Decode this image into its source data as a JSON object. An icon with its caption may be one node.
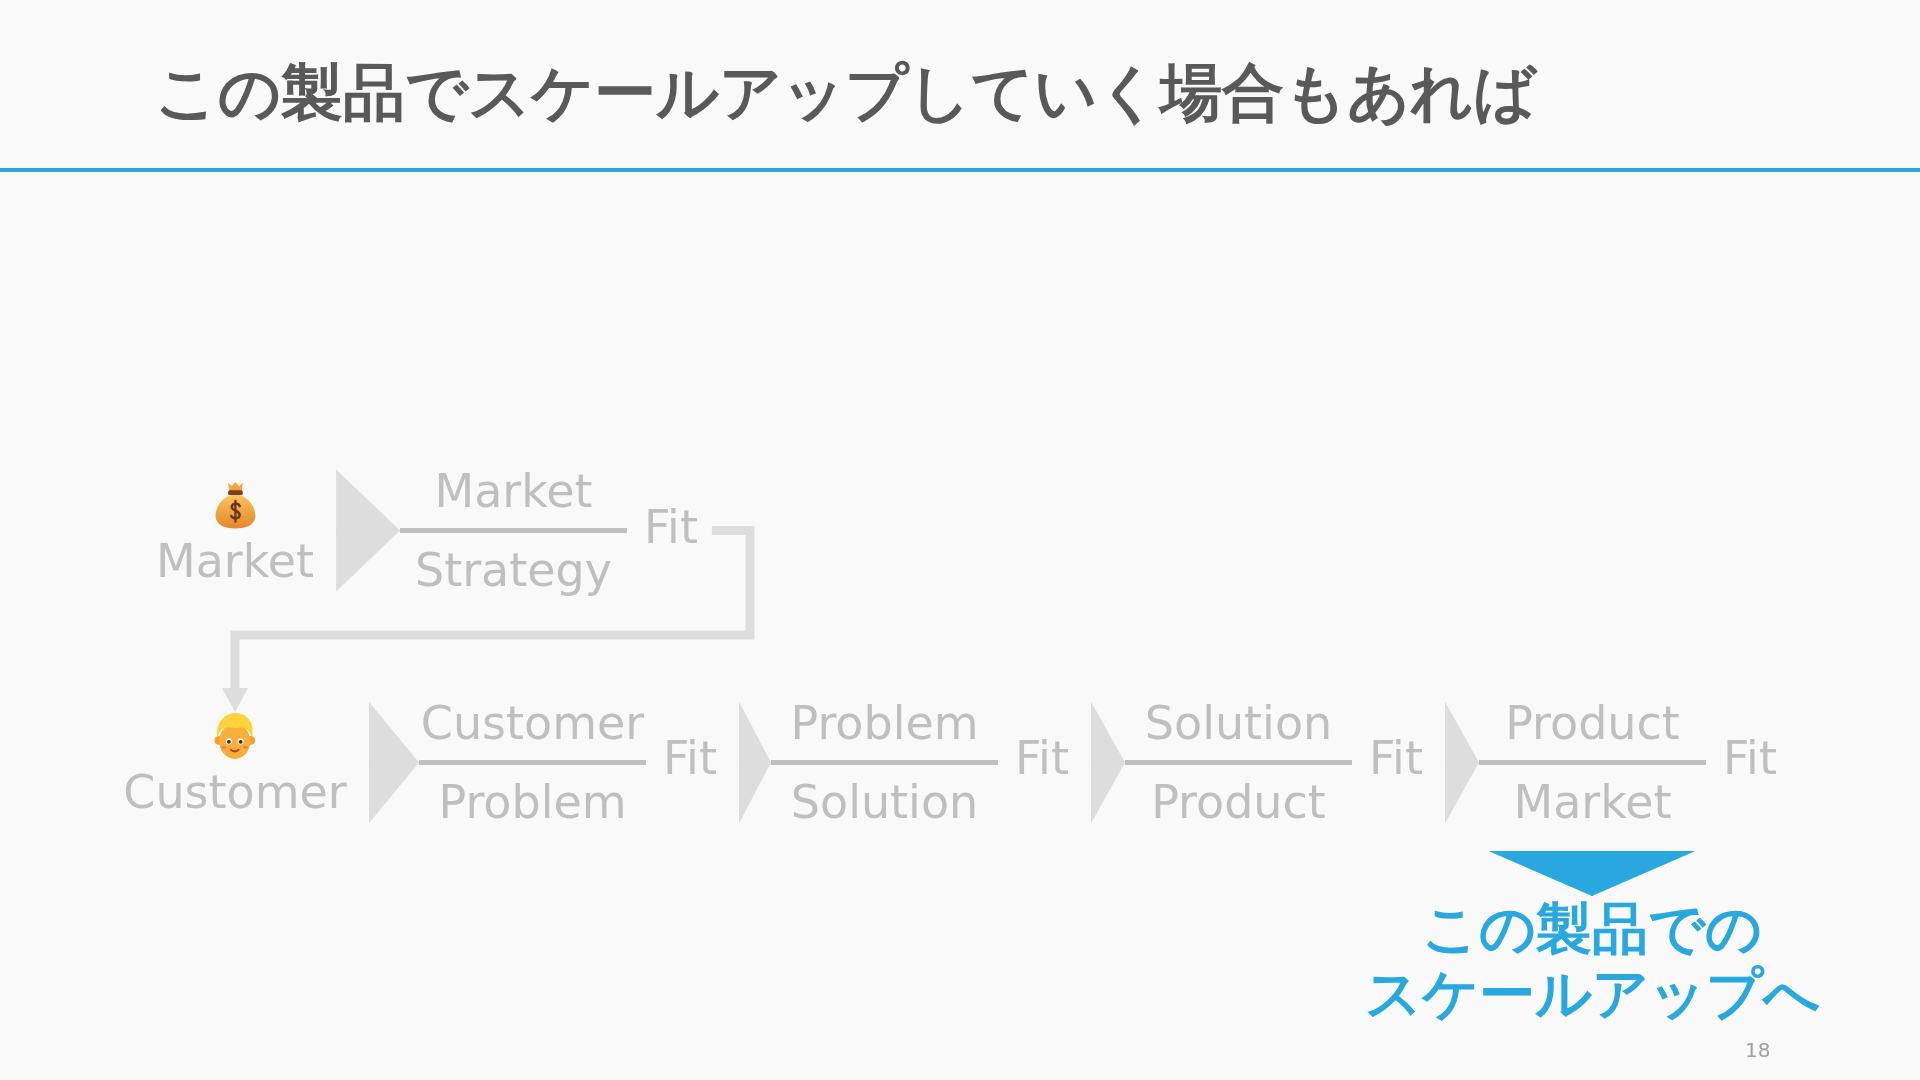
{
  "diagram": {
    "title": "この製品でスケールアップしていく場合もあれば",
    "nodes": [
      {
        "text": [
          "Market"
        ]
      },
      {
        "text": [
          "Market",
          "Strategy",
          "Fit"
        ]
      },
      {
        "text": [
          "Customer"
        ]
      },
      {
        "text": [
          "Customer",
          "Problem",
          "Fit"
        ]
      },
      {
        "text": [
          "Problem",
          "Solution",
          "Fit"
        ]
      },
      {
        "text": [
          "Solution",
          "Product",
          "Fit"
        ]
      },
      {
        "text": [
          "Product",
          "Market",
          "Fit"
        ]
      },
      {
        "text": [
          "この製品でのスケールアップへ"
        ]
      }
    ],
    "edges": [
      {
        "from": 0,
        "to": 1,
        "arrow": "to"
      },
      {
        "from": 1,
        "to": 2,
        "arrow": "to",
        "style": "thick"
      },
      {
        "from": 2,
        "to": 3,
        "arrow": "to"
      },
      {
        "from": 3,
        "to": 4,
        "arrow": "to"
      },
      {
        "from": 4,
        "to": 5,
        "arrow": "to"
      },
      {
        "from": 5,
        "to": 6,
        "arrow": "to"
      },
      {
        "from": 6,
        "to": 7,
        "arrow": "to",
        "color": "#29a8e0"
      }
    ],
    "labels": [
      "18"
    ]
  }
}
